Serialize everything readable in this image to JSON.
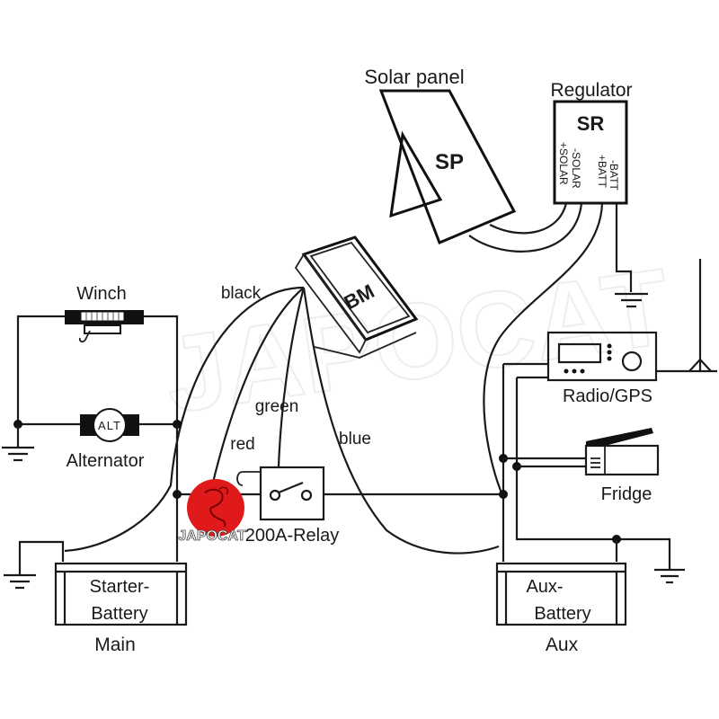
{
  "diagram": {
    "title_components": {
      "solar_panel": {
        "label": "Solar panel",
        "code": "SP"
      },
      "regulator": {
        "label": "Regulator",
        "code": "SR",
        "terminals": [
          "+SOLAR",
          "-SOLAR",
          "+BATT",
          "-BATT"
        ]
      },
      "battery_monitor": {
        "code": "BM"
      },
      "winch": {
        "label": "Winch"
      },
      "alternator": {
        "label": "Alternator",
        "code": "ALT"
      },
      "relay": {
        "label": "200A-Relay"
      },
      "radio": {
        "label": "Radio/GPS"
      },
      "fridge": {
        "label": "Fridge"
      },
      "starter_battery": {
        "line1": "Starter-",
        "line2": "Battery",
        "caption": "Main"
      },
      "aux_battery": {
        "line1": "Aux-",
        "line2": "Battery",
        "caption": "Aux"
      }
    },
    "wire_labels": {
      "black": "black",
      "red": "red",
      "green": "green",
      "blue": "blue"
    },
    "watermark": {
      "text": "JAPOCAT",
      "logo_text": "JAPOCAT",
      "logo_color": "#e01a1a"
    }
  }
}
